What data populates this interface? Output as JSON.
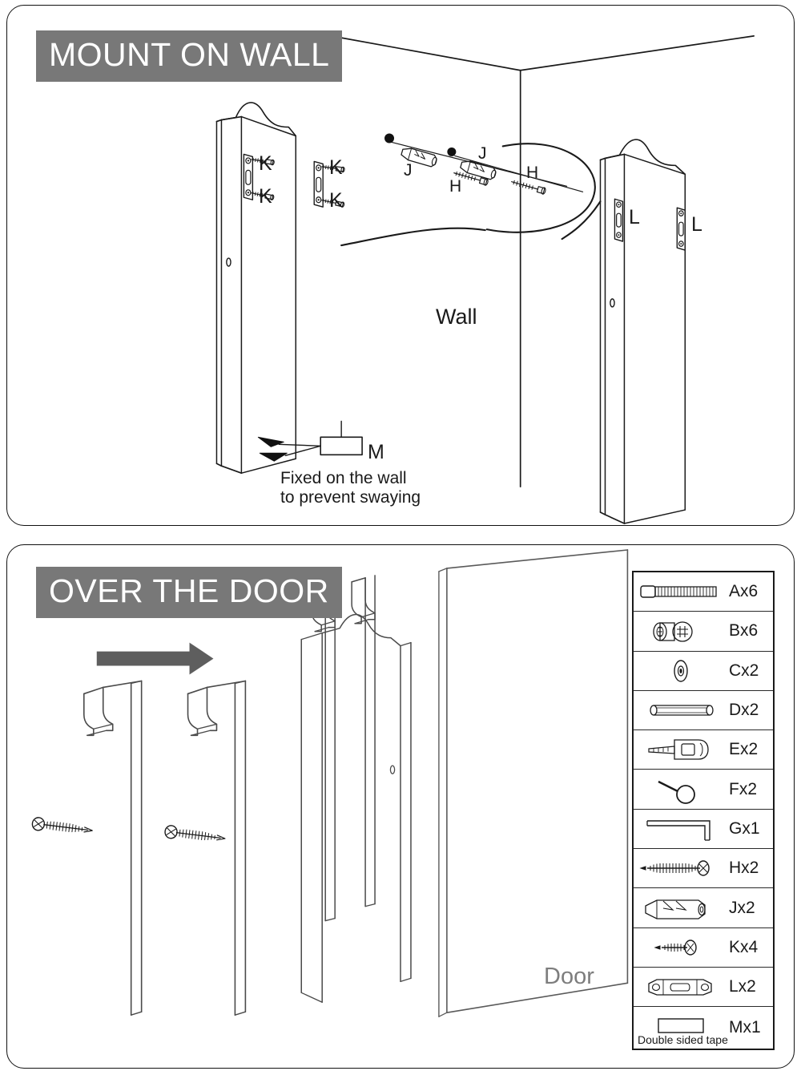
{
  "panels": [
    {
      "id": "mount-on-wall",
      "title": "MOUNT ON WALL",
      "labels": {
        "wall": "Wall",
        "bracket_screw": "K",
        "anchor": "J",
        "anchor_screw": "H",
        "bracket": "L",
        "tape": "M",
        "caption": "Fixed on the wall\nto prevent swaying"
      }
    },
    {
      "id": "over-the-door",
      "title": "OVER THE DOOR",
      "labels": {
        "door": "Door"
      }
    }
  ],
  "header": {
    "title_wall": "MOUNT ON WALL",
    "title_door": "OVER THE DOOR"
  },
  "wall_panel": {
    "title": "MOUNT ON WALL",
    "wall_label": "Wall",
    "caption": "Fixed on the wall\nto prevent swaying",
    "k1": "K",
    "k2": "K",
    "k3": "K",
    "k4": "K",
    "j1": "J",
    "j2": "J",
    "h1": "H",
    "h2": "H",
    "l1": "L",
    "l2": "L",
    "m": "M"
  },
  "door_panel": {
    "title": "OVER THE DOOR",
    "door_label": "Door"
  },
  "parts_list": {
    "tape_caption": "Double sided tape",
    "items": [
      {
        "code": "Ax6",
        "icon": "machine-screw-icon",
        "name": "machine screw"
      },
      {
        "code": "Bx6",
        "icon": "cam-lock-icon",
        "name": "cam lock"
      },
      {
        "code": "Cx2",
        "icon": "washer-icon",
        "name": "washer"
      },
      {
        "code": "Dx2",
        "icon": "dowel-icon",
        "name": "wooden dowel"
      },
      {
        "code": "Ex2",
        "icon": "key-icon",
        "name": "key"
      },
      {
        "code": "Fx2",
        "icon": "ring-key-icon",
        "name": "ring key"
      },
      {
        "code": "Gx1",
        "icon": "allen-key-icon",
        "name": "allen key"
      },
      {
        "code": "Hx2",
        "icon": "wood-screw-icon",
        "name": "wood screw"
      },
      {
        "code": "Jx2",
        "icon": "wall-anchor-icon",
        "name": "wall anchor"
      },
      {
        "code": "Kx4",
        "icon": "short-screw-icon",
        "name": "short screw"
      },
      {
        "code": "Lx2",
        "icon": "flat-bracket-icon",
        "name": "flat bracket"
      },
      {
        "code": "Mx1",
        "icon": "tape-icon",
        "name": "double sided tape"
      }
    ]
  },
  "colors": {
    "banner_bg": "#787878",
    "banner_text": "#ffffff",
    "line": "#1a1a1a",
    "panel_border": "#111111",
    "gray_text": "#7d7d7d",
    "arrow_gray": "#5e5e5e"
  }
}
